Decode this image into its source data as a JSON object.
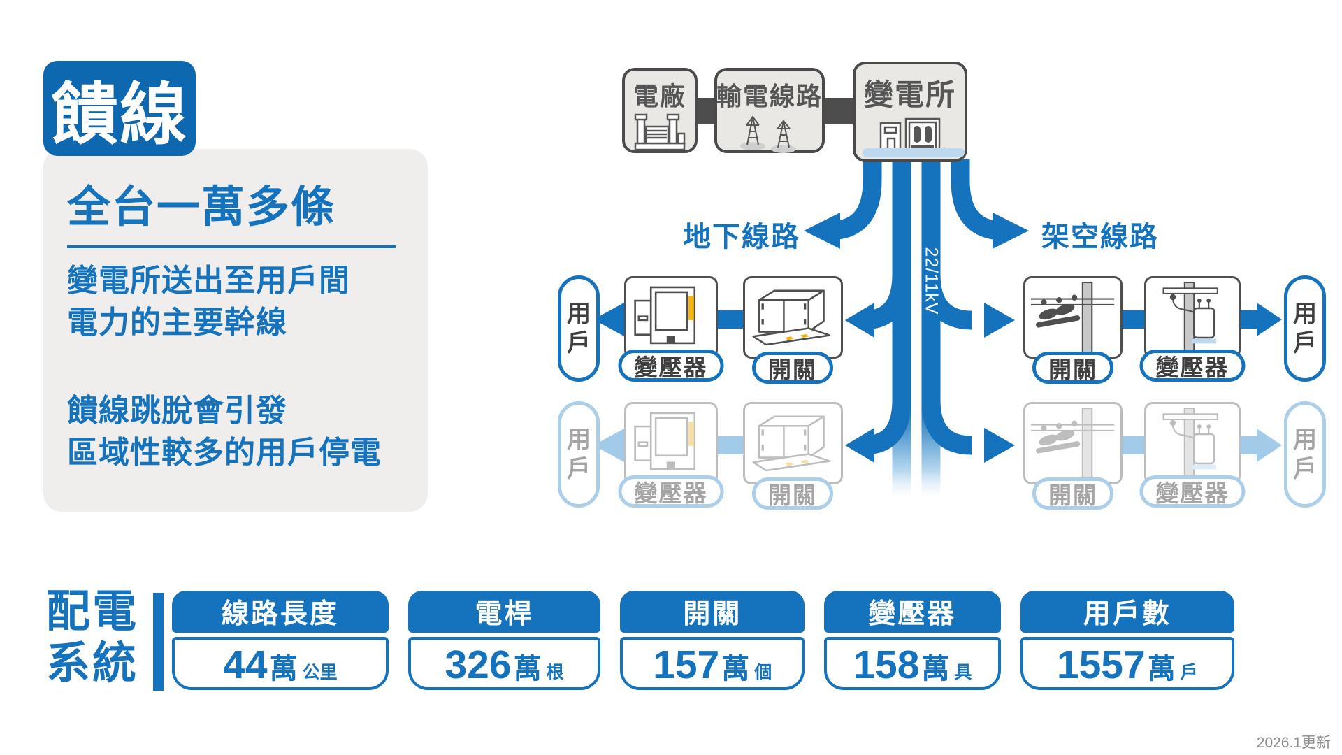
{
  "title": "饋線",
  "intro": {
    "headline": "全台一萬多條",
    "line1": "變電所送出至用戶間",
    "line2": "電力的主要幹線",
    "line3": "饋線跳脫會引發",
    "line4": "區域性較多的用戶停電"
  },
  "chain": {
    "plant": "電廠",
    "transmission": "輸電線路",
    "substation": "變電所"
  },
  "diagram": {
    "underground": "地下線路",
    "overhead": "架空線路",
    "voltage": "22/11kV",
    "user": "用戶",
    "transformer": "變壓器",
    "switch": "開關"
  },
  "stats": {
    "title_line1": "配電",
    "title_line2": "系統",
    "cards": [
      {
        "label": "線路長度",
        "value": "44",
        "wan": "萬",
        "unit": "公里"
      },
      {
        "label": "電桿",
        "value": "326",
        "wan": "萬",
        "unit": "根"
      },
      {
        "label": "開關",
        "value": "157",
        "wan": "萬",
        "unit": "個"
      },
      {
        "label": "變壓器",
        "value": "158",
        "wan": "萬",
        "unit": "具"
      },
      {
        "label": "用戶數",
        "value": "1557",
        "wan": "萬",
        "unit": "戶"
      }
    ]
  },
  "footer": {
    "updated": "2026.1更新"
  },
  "colors": {
    "primary": "#1473bc",
    "faded_arrow": "#a2cbe9",
    "accent_yellow": "#f2b40d"
  }
}
